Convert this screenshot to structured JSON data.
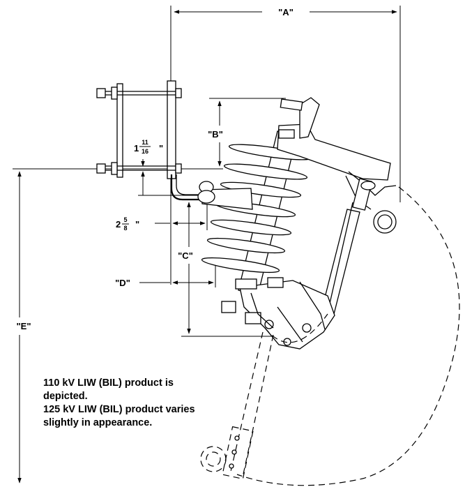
{
  "dimensions": {
    "a": "\"A\"",
    "b": "\"B\"",
    "c": "\"C\"",
    "d": "\"D\"",
    "e": "\"E\"",
    "bracket_height": {
      "whole": "1",
      "numerator": "11",
      "denominator": "16",
      "unit": "\""
    },
    "offset": {
      "whole": "2",
      "numerator": "5",
      "denominator": "8",
      "unit": "\""
    }
  },
  "note": {
    "lines": [
      "110 kV LIW (BIL) product is",
      "depicted.",
      "125 kV LIW (BIL) product varies",
      "slightly in appearance."
    ]
  }
}
